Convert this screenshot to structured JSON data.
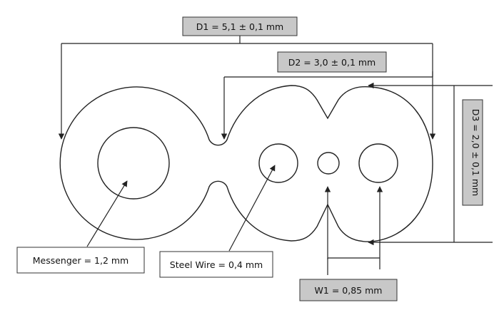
{
  "labels": {
    "d1": "D1 = 5,1 ± 0,1  mm",
    "d2": "D2 = 3,0 ± 0,1  mm",
    "d3": "D3 = 2,0 ± 0,1  mm",
    "w1": "W1 = 0,85 mm",
    "messenger": "Messenger = 1,2 mm",
    "steel_wire": "Steel Wire = 0,4 mm"
  },
  "colors": {
    "label_box_gray": "#c8c8c8",
    "label_box_white": "#ffffff",
    "line": "#222222"
  }
}
